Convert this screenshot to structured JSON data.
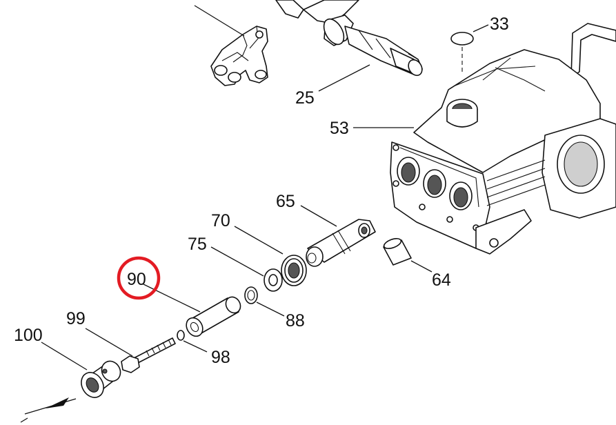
{
  "diagram": {
    "highlight_color": "#e31b23",
    "highlighted_part": "90",
    "parts": [
      {
        "id": "p33",
        "label": "33"
      },
      {
        "id": "p25",
        "label": "25"
      },
      {
        "id": "p53",
        "label": "53"
      },
      {
        "id": "p65",
        "label": "65"
      },
      {
        "id": "p70",
        "label": "70"
      },
      {
        "id": "p75",
        "label": "75"
      },
      {
        "id": "p90",
        "label": "90"
      },
      {
        "id": "p64",
        "label": "64"
      },
      {
        "id": "p88",
        "label": "88"
      },
      {
        "id": "p99",
        "label": "99"
      },
      {
        "id": "p100",
        "label": "100"
      },
      {
        "id": "p98",
        "label": "98"
      }
    ]
  }
}
